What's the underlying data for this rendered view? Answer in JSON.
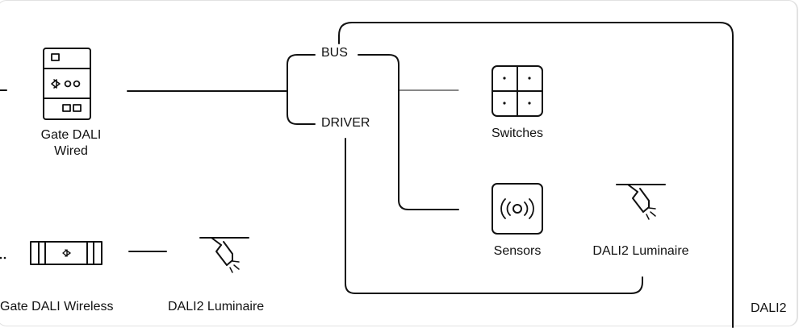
{
  "devices": {
    "gate_dali_wired": {
      "line1": "Gate DALI",
      "line2": "Wired"
    },
    "gate_dali_wireless": "Gate DALI Wireless",
    "luminaire_left": "DALI2 Luminaire",
    "switches": "Switches",
    "sensors": "Sensors",
    "luminaire_right": "DALI2 Luminaire"
  },
  "lines": {
    "bus": "BUS",
    "driver": "DRIVER"
  },
  "zone": {
    "label": "DALI2"
  },
  "colors": {
    "stroke": "#111111",
    "panel_border": "#e2e2e2"
  }
}
